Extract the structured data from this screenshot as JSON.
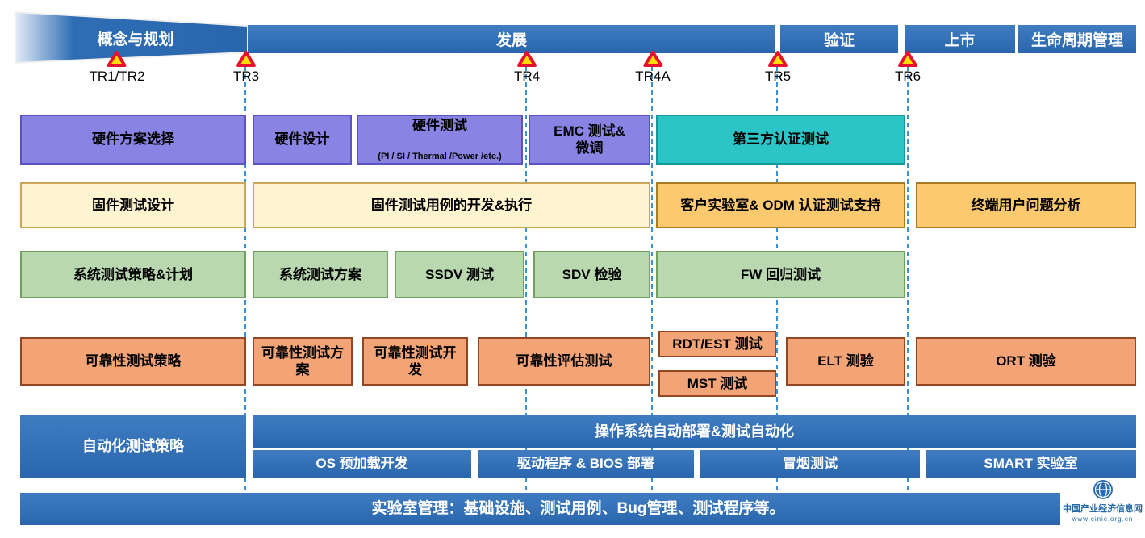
{
  "phases": [
    {
      "label": "概念与规划"
    },
    {
      "label": "发展"
    },
    {
      "label": "验证"
    },
    {
      "label": "上市"
    },
    {
      "label": "生命周期管理"
    }
  ],
  "milestones": [
    {
      "label": "TR1/TR2"
    },
    {
      "label": "TR3"
    },
    {
      "label": "TR4"
    },
    {
      "label": "TR4A"
    },
    {
      "label": "TR5"
    },
    {
      "label": "TR6"
    }
  ],
  "hardware_row": {
    "items": [
      {
        "label": "硬件方案选择"
      },
      {
        "label": "硬件设计"
      },
      {
        "label": "硬件测试",
        "sub": "(PI / SI / Thermal /Power /etc.)"
      },
      {
        "label": "EMC 测试&\n微调"
      },
      {
        "label": "第三方认证测试"
      }
    ]
  },
  "firmware_row": {
    "items": [
      {
        "label": "固件测试设计"
      },
      {
        "label": "固件测试用例的开发&执行"
      },
      {
        "label": "客户实验室& ODM 认证测试支持"
      },
      {
        "label": "终端用户问题分析"
      }
    ]
  },
  "system_row": {
    "items": [
      {
        "label": "系统测试策略&计划"
      },
      {
        "label": "系统测试方案"
      },
      {
        "label": "SSDV 测试"
      },
      {
        "label": "SDV 检验"
      },
      {
        "label": "FW 回归测试"
      }
    ]
  },
  "reliability_row": {
    "items": [
      {
        "label": "可靠性测试策略"
      },
      {
        "label": "可靠性测试方案"
      },
      {
        "label": "可靠性测试开发"
      },
      {
        "label": "可靠性评估测试"
      },
      {
        "label": "RDT/EST 测试"
      },
      {
        "label": "MST 测试"
      },
      {
        "label": "ELT 测验"
      },
      {
        "label": "ORT 测验"
      }
    ]
  },
  "automation_row": {
    "strategy": "自动化测试策略",
    "header": "操作系统自动部署&测试自动化",
    "items": [
      {
        "label": "OS 预加载开发"
      },
      {
        "label": "驱动程序 & BIOS 部署"
      },
      {
        "label": "冒烟测试"
      },
      {
        "label": "SMART 实验室"
      }
    ]
  },
  "footer": {
    "label": "实验室管理：基础设施、测试用例、Bug管理、测试程序等。"
  },
  "watermark": {
    "name": "中国产业经济信息网",
    "url": "www.cinic.org.cn"
  },
  "colors": {
    "phase_blue": "#2E6DB4",
    "purple": "#8983E4",
    "teal": "#2CC5C7",
    "cream": "#FEF4D0",
    "amber": "#FCC96F",
    "green": "#B9D8B0",
    "salmon": "#F2A477",
    "milestone_red": "#E8112D",
    "milestone_yellow": "#FFDE00",
    "dashed_line": "#3D8FD0"
  }
}
